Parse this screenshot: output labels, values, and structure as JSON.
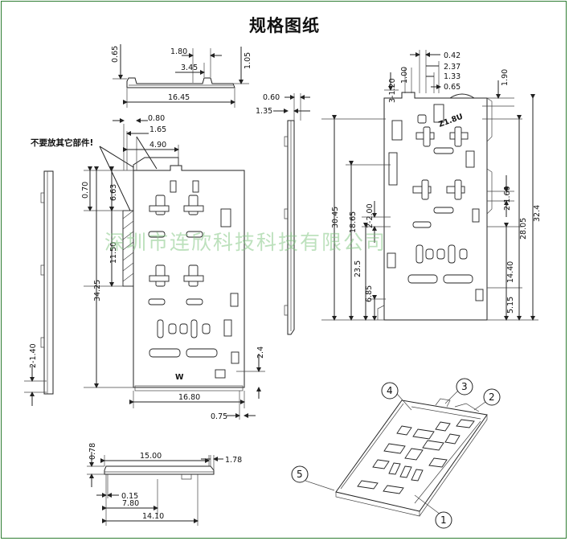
{
  "title": "规格图纸",
  "note_label": "不要放其它部件!",
  "watermark": "深圳市连欣科技科技有限公司",
  "colors": {
    "frame": "#2e7d32",
    "watermark": "#7cc47c"
  },
  "top_view": {
    "dims": [
      "1.80",
      "0.65",
      "3.45",
      "1.05",
      "16.45"
    ]
  },
  "front_view": {
    "dims": [
      "0.80",
      "1.65",
      "4.90",
      "0.70",
      "6.63",
      "11.50",
      "34.25",
      "16.80",
      "0.75",
      "2.4"
    ],
    "logo_mark": "W"
  },
  "left_side_view": {
    "dims": [
      "2-1.40"
    ]
  },
  "thin_side_view": {
    "dims": [
      "0.60",
      "1.35"
    ]
  },
  "right_view": {
    "dims": [
      "0.42",
      "2.37",
      "1.33",
      "0.65",
      "1.00",
      "3-1.20",
      "1.90",
      "30.45",
      "2-2.00",
      "18.65",
      "23.5",
      "6.85",
      "2-1.60",
      "28.05",
      "32.4",
      "14.40",
      "5.15"
    ],
    "marking": "Z1.8U"
  },
  "bottom_view": {
    "dims": [
      "0.78",
      "15.00",
      "1.78",
      "0.15",
      "7.80",
      "14.10"
    ]
  },
  "callouts": [
    "1",
    "2",
    "3",
    "4",
    "5"
  ]
}
